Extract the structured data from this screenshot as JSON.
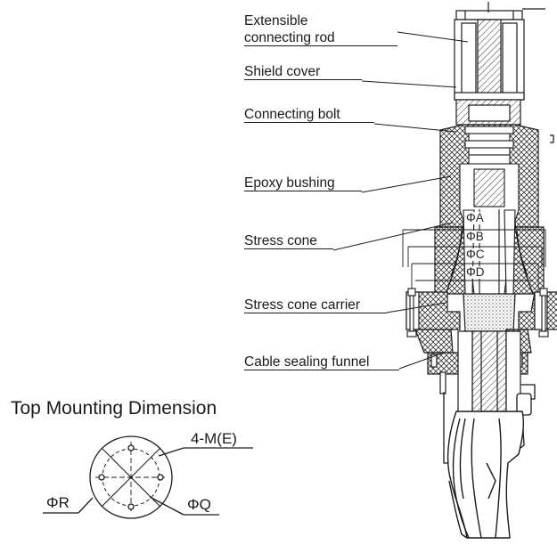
{
  "labels": {
    "extensible_rod_line1": "Extensible",
    "extensible_rod_line2": "connecting rod",
    "shield_cover": "Shield cover",
    "connecting_bolt": "Connecting bolt",
    "epoxy_bushing": "Epoxy bushing",
    "stress_cone": "Stress cone",
    "stress_cone_carrier": "Stress cone carrier",
    "cable_sealing_funnel": "Cable sealing funnel"
  },
  "dimensions": {
    "phi_a": "ΦA",
    "phi_b": "ΦB",
    "phi_c": "ΦC",
    "phi_d": "ΦD",
    "phi_r": "ΦR",
    "phi_q": "ΦQ",
    "bolts": "4-M(E)"
  },
  "mounting": {
    "heading": "Top Mounting Dimension"
  },
  "colors": {
    "line": "#1a1a1a",
    "hatch": "#333333",
    "fill": "#ffffff",
    "sand": "#d9d9d9"
  }
}
